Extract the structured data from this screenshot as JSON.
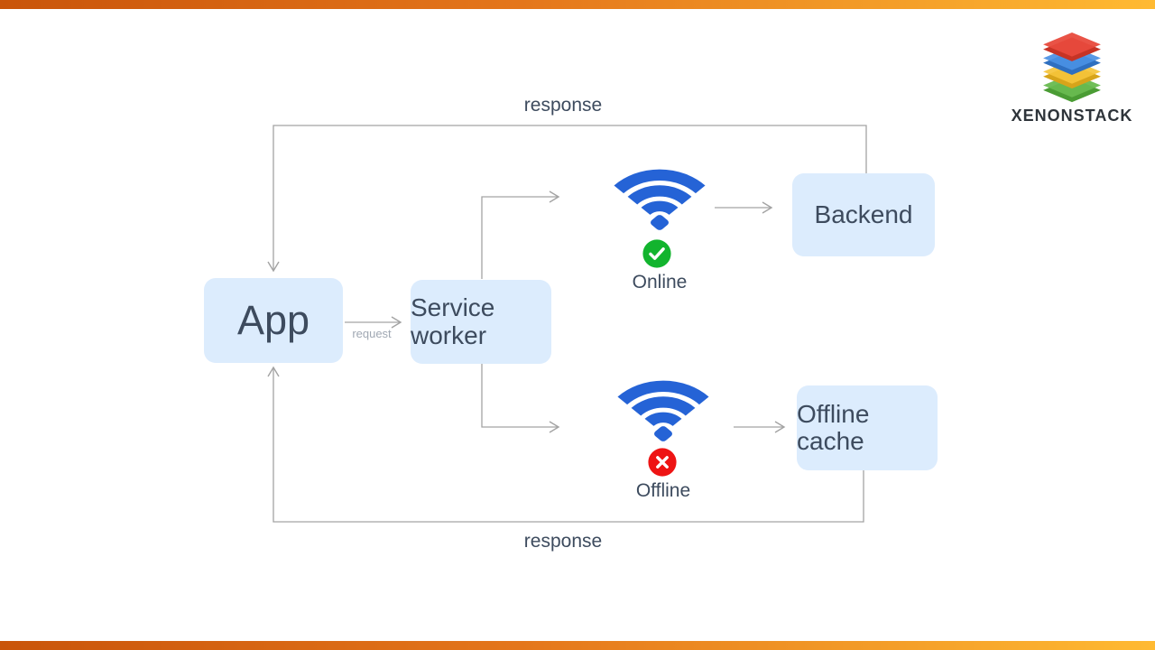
{
  "header": {
    "brand": "XENONSTACK"
  },
  "theme": {
    "accent_bar_gradient": [
      "#c9540a",
      "#e4761b",
      "#ffba32"
    ],
    "node_fill": "#dcecfd",
    "node_text": "#3d4b5e",
    "connector_gray": "#a3a3a3",
    "wifi_blue": "#2563d6",
    "online_green": "#12b42e",
    "offline_red": "#ee1414",
    "request_label_gray": "#a0a8b3",
    "logo_layer_colors": [
      "#e84a3c",
      "#4a90e4",
      "#f5c43a",
      "#68ba50"
    ]
  },
  "diagram": {
    "nodes": {
      "app": {
        "label": "App"
      },
      "service_worker": {
        "label": "Service worker"
      },
      "backend": {
        "label": "Backend"
      },
      "offline_cache": {
        "label": "Offline cache"
      }
    },
    "edge_labels": {
      "response_top": "response",
      "response_bottom": "response",
      "request": "request"
    },
    "status": {
      "online": {
        "label": "Online"
      },
      "offline": {
        "label": "Offline"
      }
    }
  }
}
